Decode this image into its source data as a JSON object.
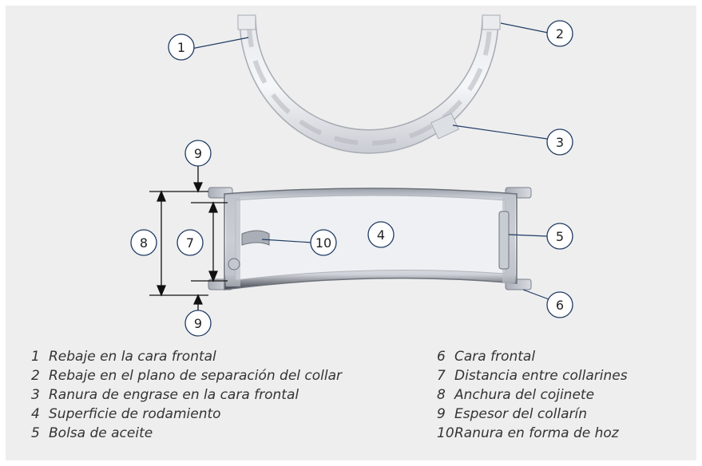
{
  "callouts": {
    "c1": "1",
    "c2": "2",
    "c3": "3",
    "c4": "4",
    "c5": "5",
    "c6": "6",
    "c7": "7",
    "c8": "8",
    "c9_top": "9",
    "c9_bottom": "9",
    "c10": "10"
  },
  "legend": {
    "left": [
      {
        "num": "1",
        "text": "Rebaje en la cara frontal"
      },
      {
        "num": "2",
        "text": "Rebaje en el plano de separación del collar"
      },
      {
        "num": "3",
        "text": "Ranura de engrase en la cara frontal"
      },
      {
        "num": "4",
        "text": "Superficie de rodamiento"
      },
      {
        "num": "5",
        "text": "Bolsa de aceite"
      }
    ],
    "right": [
      {
        "num": "6",
        "text": "Cara frontal"
      },
      {
        "num": "7",
        "text": "Distancia entre collarines"
      },
      {
        "num": "8",
        "text": "Anchura del cojinete"
      },
      {
        "num": "9",
        "text": "Espesor del collarín"
      },
      {
        "num": "10",
        "text": "Ranura en forma de hoz"
      }
    ]
  },
  "colors": {
    "panel_background": "#eeeeee",
    "bearing_metal": "#c9ccd3",
    "callout_stroke": "#1f3b63"
  }
}
